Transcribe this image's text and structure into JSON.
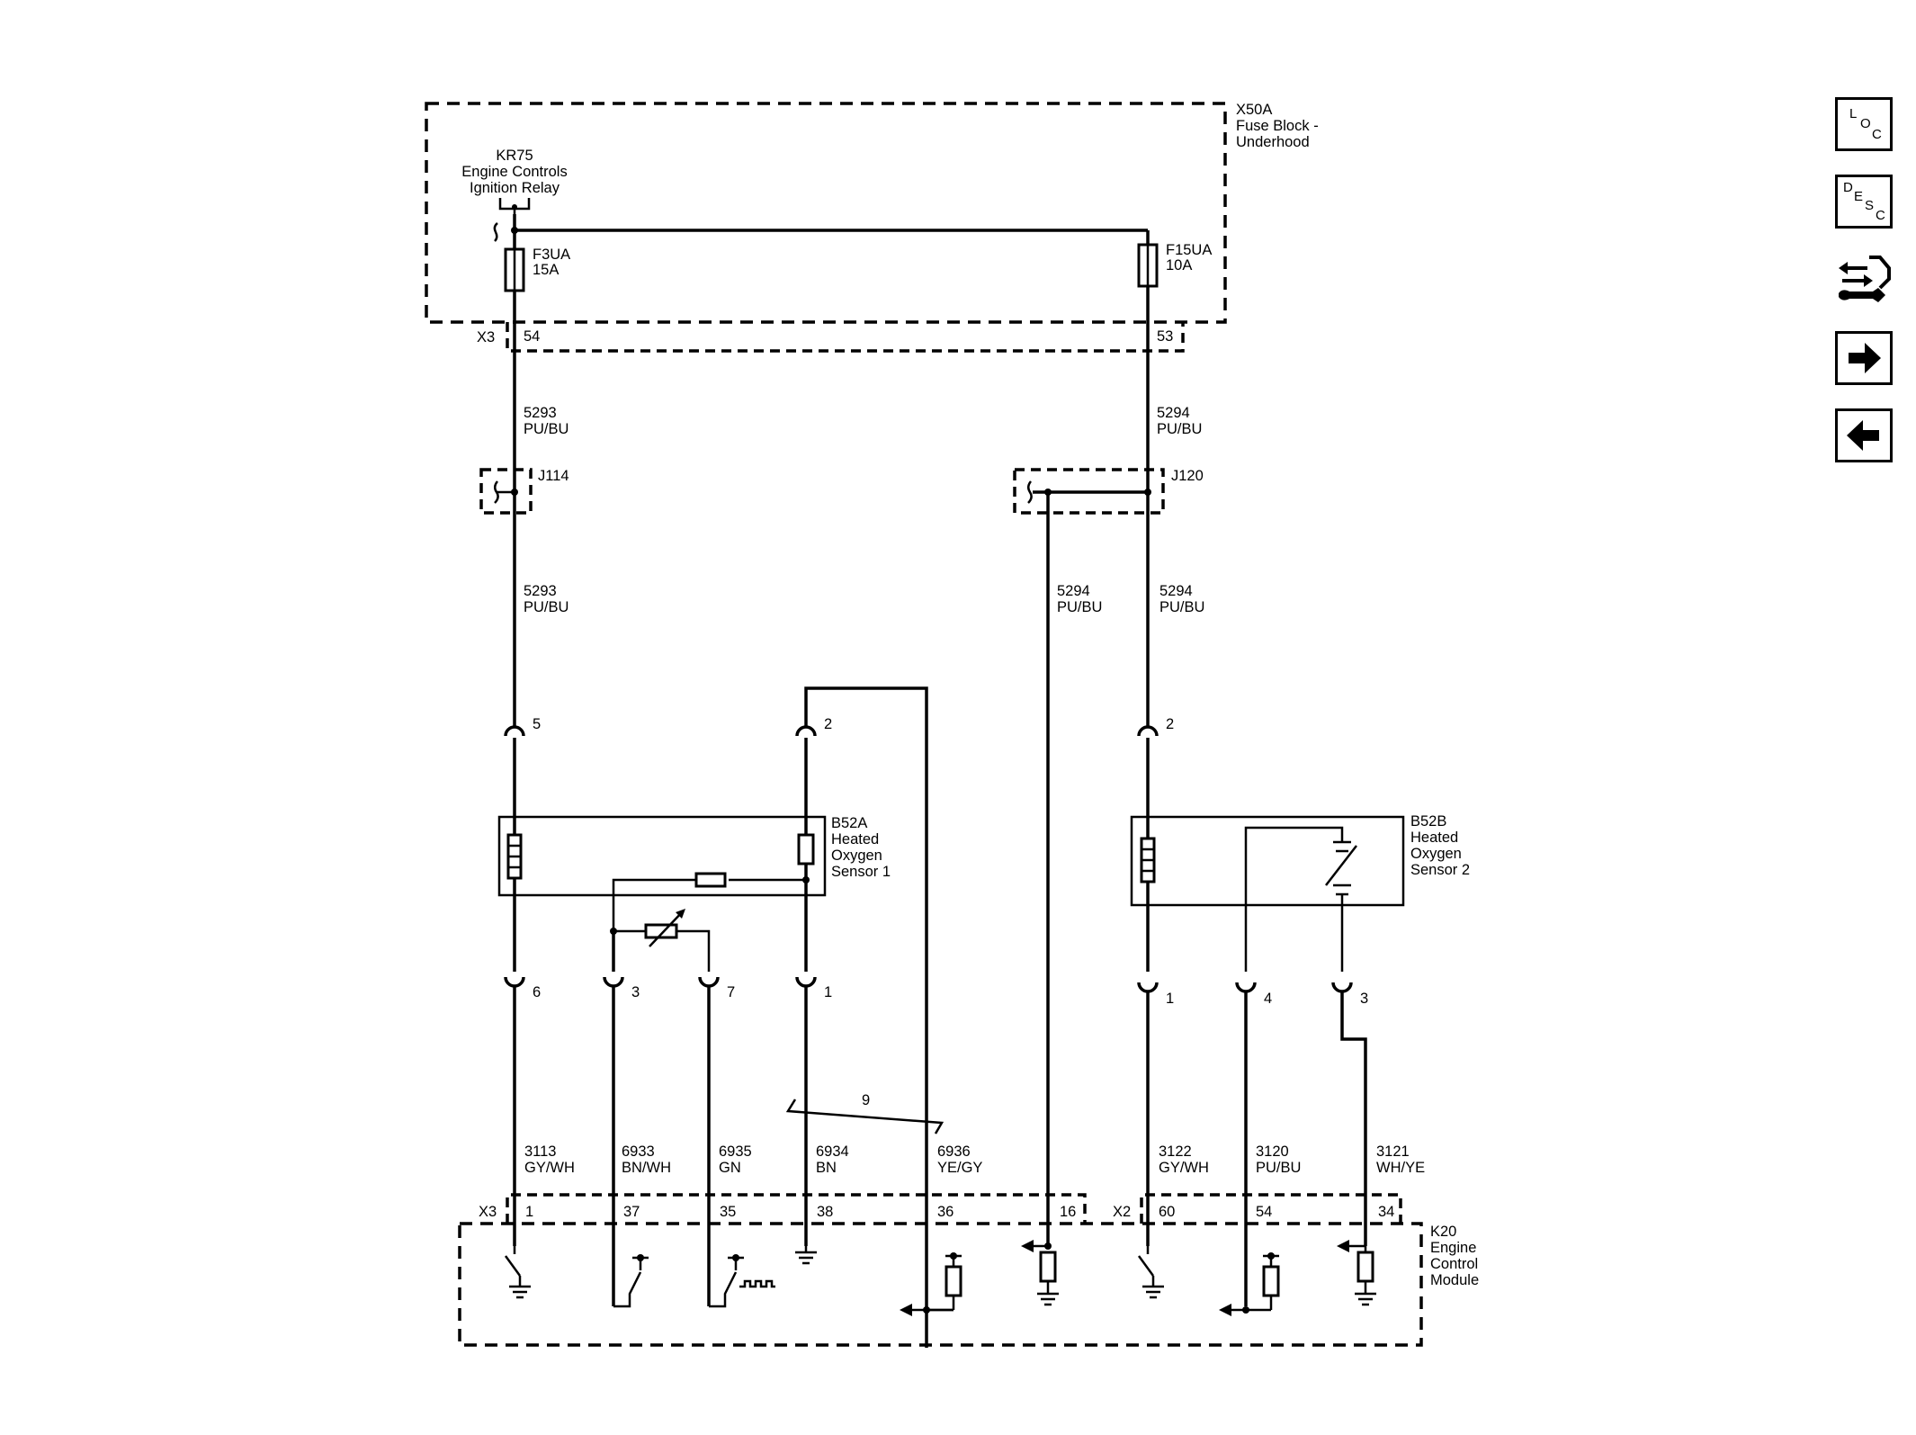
{
  "nav": {
    "loc": [
      "L",
      "O",
      "C"
    ],
    "desc": [
      "D",
      "E",
      "S",
      "C"
    ],
    "icons": [
      "loc-button",
      "desc-button",
      "connector-wrench-icon",
      "arrow-right-icon",
      "arrow-left-icon"
    ]
  },
  "fuse_block": {
    "id": "X50A",
    "name_line1": "Fuse Block -",
    "name_line2": "Underhood"
  },
  "relay": {
    "id": "KR75",
    "line1": "Engine Controls",
    "line2": "Ignition Relay"
  },
  "fuses": [
    {
      "id": "F3UA",
      "rating": "15A"
    },
    {
      "id": "F15UA",
      "rating": "10A"
    }
  ],
  "connector_x3_top": {
    "id": "X3",
    "pins": [
      "54",
      "53"
    ]
  },
  "wires": [
    {
      "circuit": "5293",
      "color": "PU/BU"
    },
    {
      "circuit": "5294",
      "color": "PU/BU"
    },
    {
      "circuit": "5293",
      "color": "PU/BU"
    },
    {
      "circuit": "5294",
      "color": "PU/BU"
    },
    {
      "circuit": "5294",
      "color": "PU/BU"
    },
    {
      "circuit": "3113",
      "color": "GY/WH"
    },
    {
      "circuit": "6933",
      "color": "BN/WH"
    },
    {
      "circuit": "6935",
      "color": "GN"
    },
    {
      "circuit": "6934",
      "color": "BN"
    },
    {
      "circuit": "6936",
      "color": "YE/GY"
    },
    {
      "circuit": "3122",
      "color": "GY/WH"
    },
    {
      "circuit": "3120",
      "color": "PU/BU"
    },
    {
      "circuit": "3121",
      "color": "WH/YE"
    }
  ],
  "splices": [
    "J114",
    "J120"
  ],
  "sensor1": {
    "id": "B52A",
    "line1": "Heated",
    "line2": "Oxygen",
    "line3": "Sensor 1",
    "pins": [
      "5",
      "2",
      "6",
      "3",
      "7",
      "1"
    ]
  },
  "sensor2": {
    "id": "B52B",
    "line1": "Heated",
    "line2": "Oxygen",
    "line3": "Sensor 2",
    "pins": [
      "2",
      "1",
      "4",
      "3"
    ]
  },
  "twisted_pair_note": "9",
  "ecm": {
    "id": "K20",
    "line1": "Engine",
    "line2": "Control",
    "line3": "Module",
    "x3": {
      "id": "X3",
      "pins": [
        "1",
        "37",
        "35",
        "38",
        "36",
        "16"
      ]
    },
    "x2": {
      "id": "X2",
      "pins": [
        "60",
        "54",
        "34"
      ]
    }
  }
}
